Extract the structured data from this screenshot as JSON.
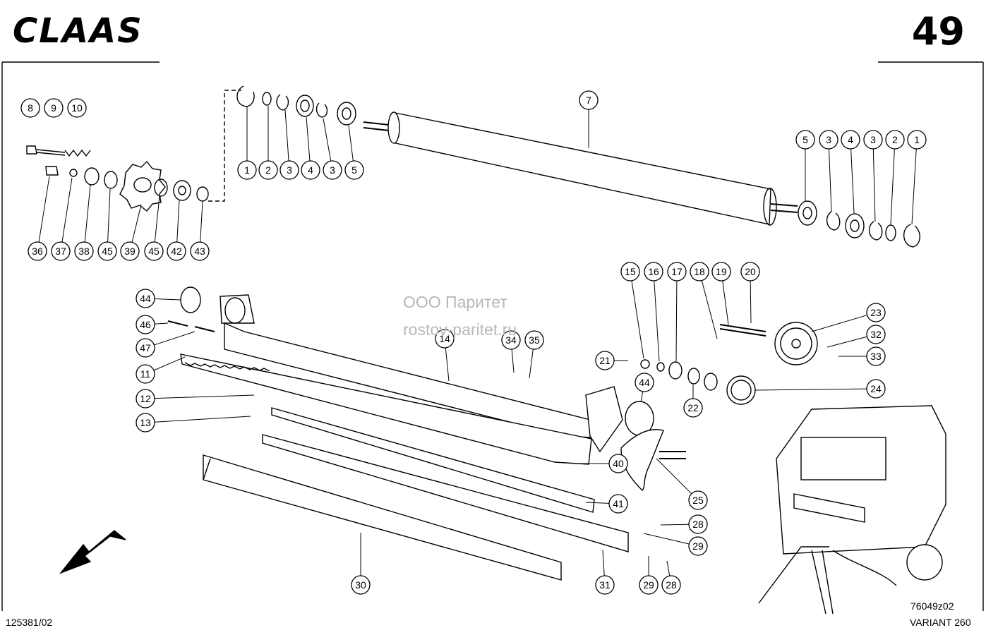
{
  "header": {
    "logo": "CLAAS",
    "page_number": "49"
  },
  "watermark": {
    "company": "ООО Паритет",
    "site": "rostov-paritet.ru"
  },
  "footer": {
    "drawing_id": "125381/02",
    "figure_code": "76049z02",
    "model": "VARIANT 260"
  },
  "callouts": {
    "c8": "8",
    "c9": "9",
    "c10": "10",
    "c1a": "1",
    "c2a": "2",
    "c3a": "3",
    "c4a": "4",
    "c3b": "3",
    "c5a": "5",
    "c7": "7",
    "c5b": "5",
    "c3c": "3",
    "c4b": "4",
    "c3d": "3",
    "c2b": "2",
    "c1b": "1",
    "c36": "36",
    "c37": "37",
    "c38": "38",
    "c45a": "45",
    "c39": "39",
    "c45b": "45",
    "c42": "42",
    "c43": "43",
    "c15": "15",
    "c16": "16",
    "c17": "17",
    "c18": "18",
    "c19": "19",
    "c20": "20",
    "c44a": "44",
    "c46": "46",
    "c47": "47",
    "c11": "11",
    "c12": "12",
    "c13": "13",
    "c14": "14",
    "c34": "34",
    "c35": "35",
    "c21": "21",
    "c23": "23",
    "c32": "32",
    "c33": "33",
    "c22": "22",
    "c24": "24",
    "c44b": "44",
    "c40": "40",
    "c41": "41",
    "c25": "25",
    "c28a": "28",
    "c29a": "29",
    "c30": "30",
    "c31": "31",
    "c29b": "29",
    "c28b": "28"
  }
}
